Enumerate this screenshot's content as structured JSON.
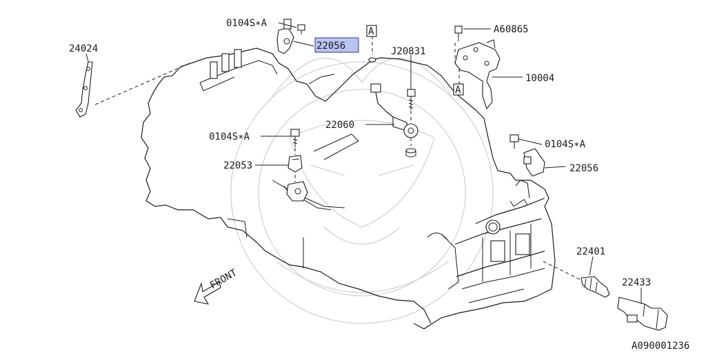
{
  "diagram": {
    "code": "A090001236",
    "front_label": "FRONT",
    "ref_marker": "A",
    "labels": {
      "bolt_top": "0104S∗A",
      "sensor_top_highlight": "22056",
      "bracket_left": "24024",
      "bolt_j": "J20831",
      "bolt_a": "A60865",
      "bracket_right": "10004",
      "knock_sensor": "22060",
      "bolt_mid": "0104S∗A",
      "cam_sensor": "22053",
      "bolt_right": "0104S∗A",
      "sensor_right": "22056",
      "spark_plug": "22401",
      "ignition_coil": "22433"
    },
    "highlight_color": "#b9c3f2"
  }
}
